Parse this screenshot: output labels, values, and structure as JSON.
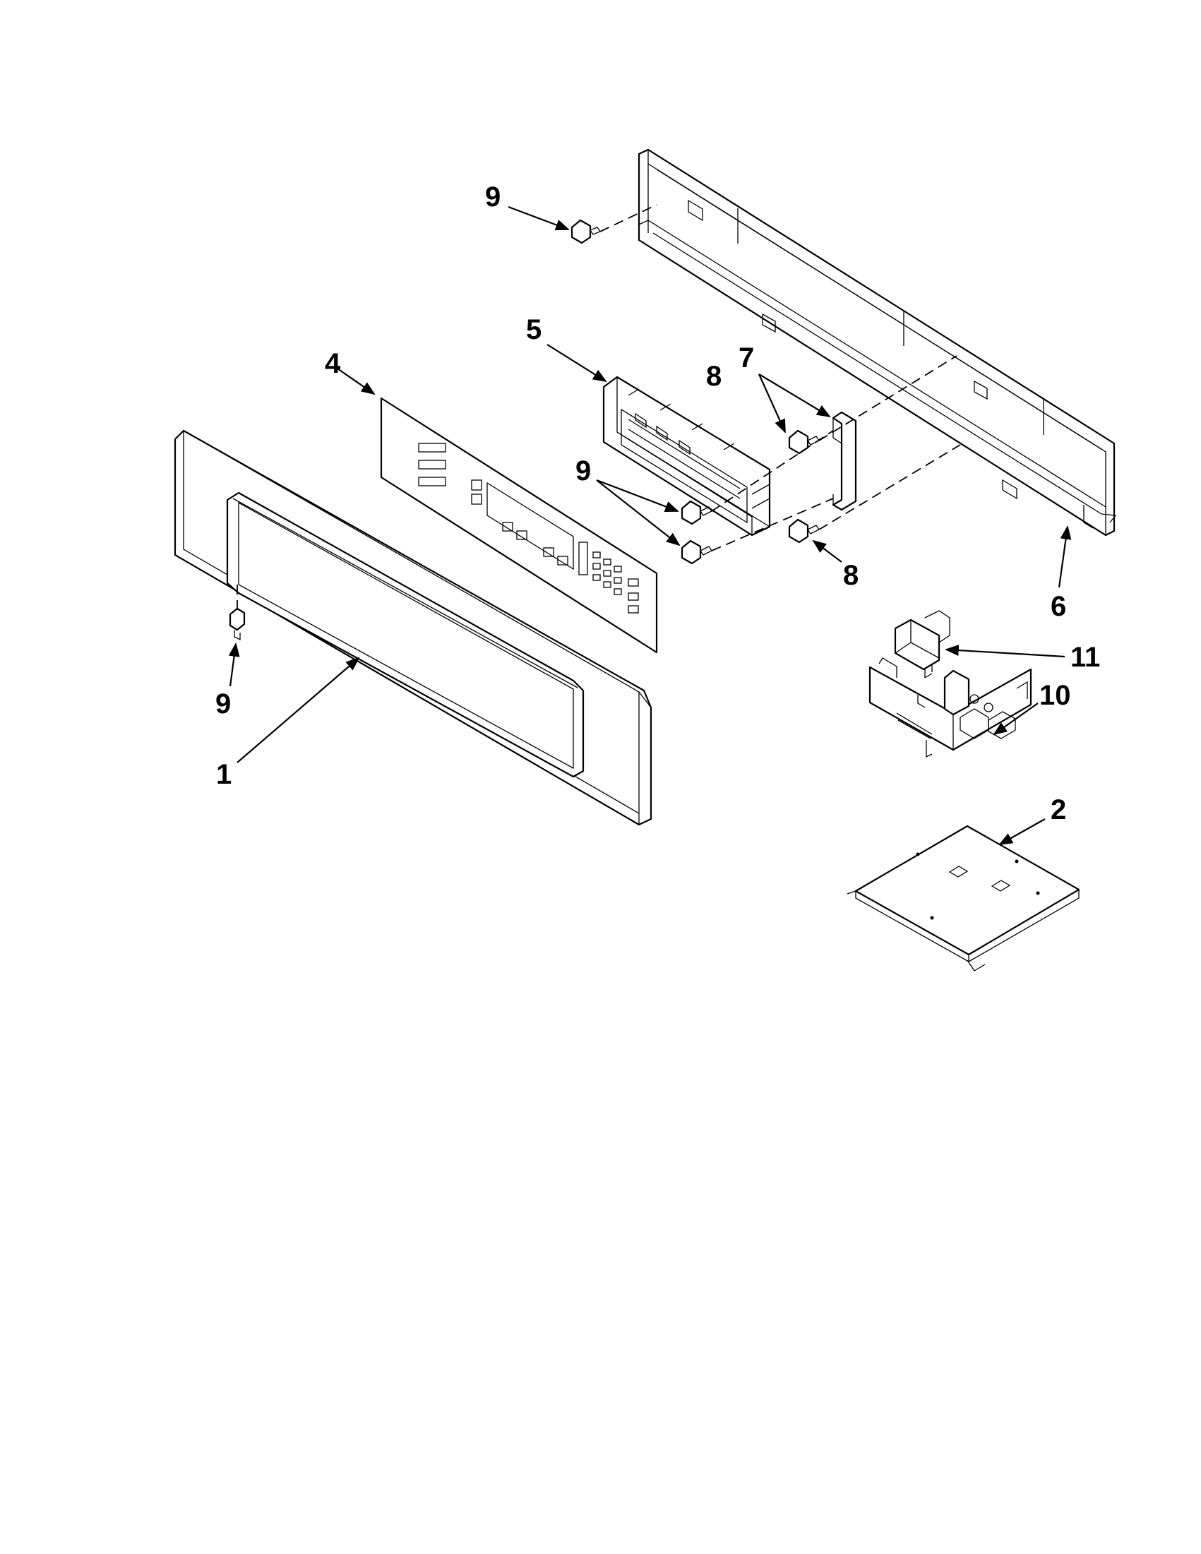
{
  "callouts": {
    "c1": "1",
    "c2": "2",
    "c4": "4",
    "c5": "5",
    "c6": "6",
    "c7": "7",
    "c8a": "8",
    "c8b": "8",
    "c9a": "9",
    "c9b": "9",
    "c9c": "9",
    "c10": "10",
    "c11": "11"
  }
}
